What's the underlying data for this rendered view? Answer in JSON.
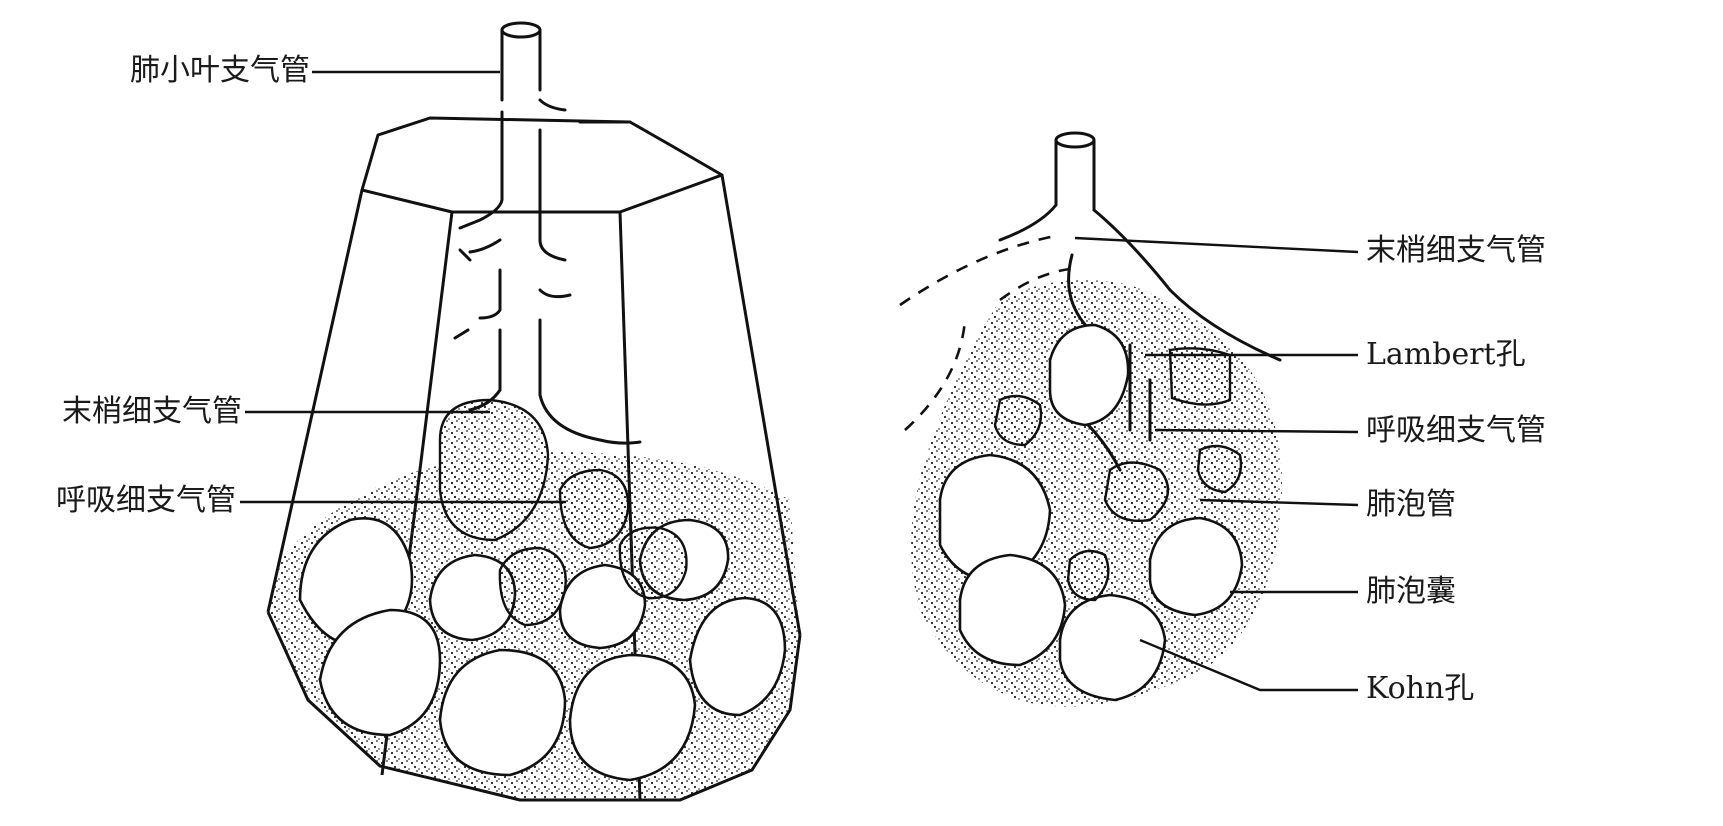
{
  "diagram": {
    "left_figure": {
      "labels": {
        "lobular_bronchiole": "肺小叶支气管",
        "terminal_bronchiole": "末梢细支气管",
        "respiratory_bronchiole": "呼吸细支气管"
      }
    },
    "right_figure": {
      "labels": {
        "terminal_bronchiole": "末梢细支气管",
        "lambert_canal": "Lambert孔",
        "respiratory_bronchiole": "呼吸细支气管",
        "alveolar_duct": "肺泡管",
        "alveolar_sac": "肺泡囊",
        "kohn_pore": "Kohn孔"
      }
    }
  }
}
